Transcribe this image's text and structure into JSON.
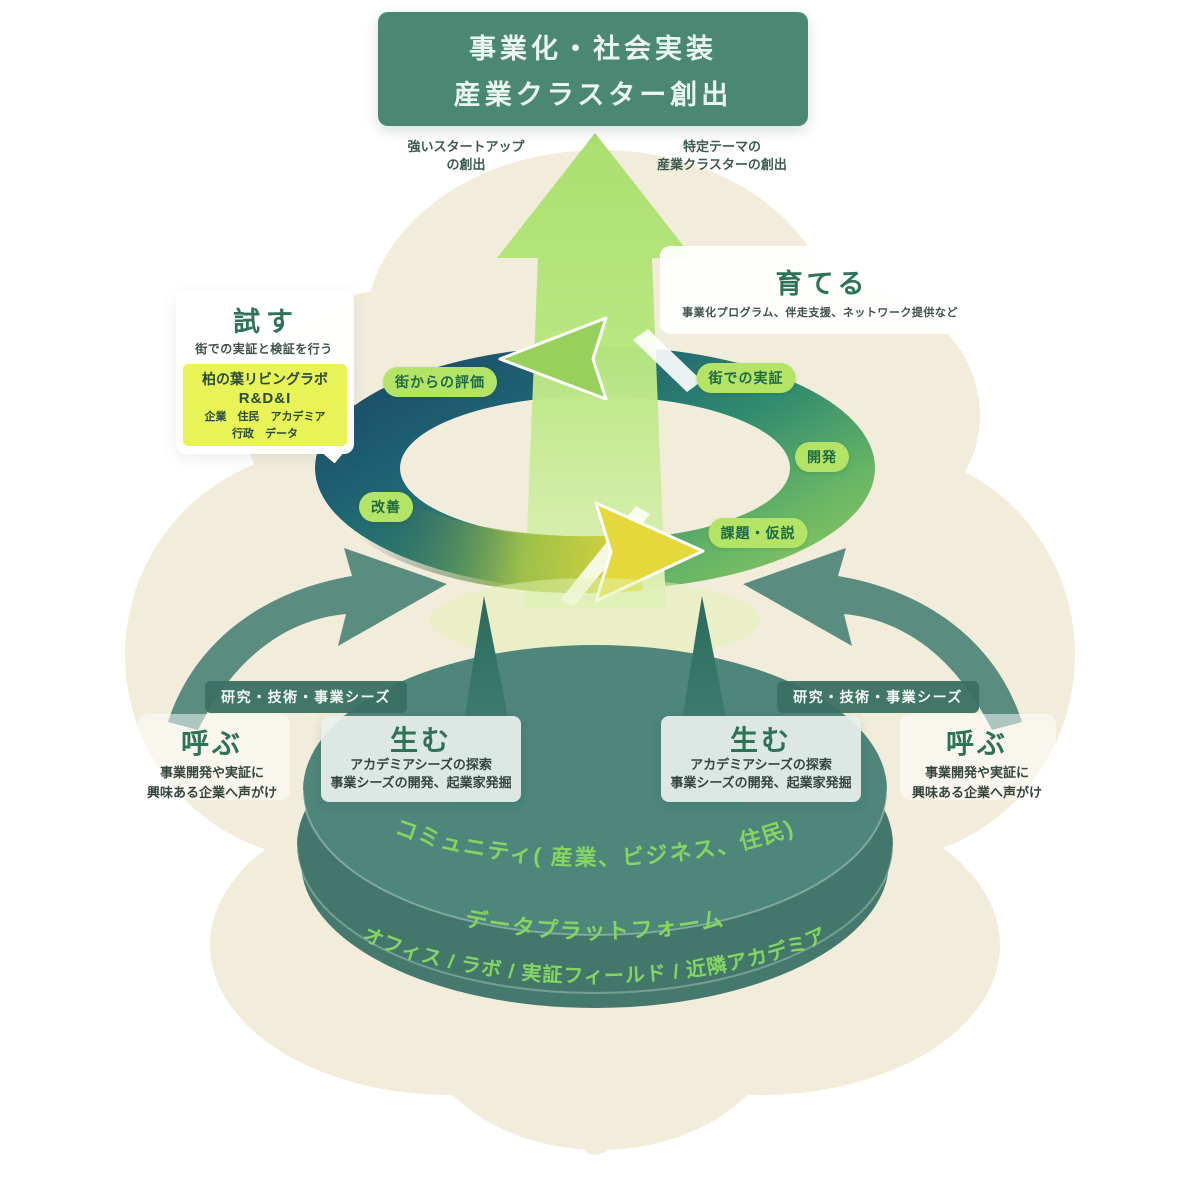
{
  "colors": {
    "background": "#ffffff",
    "blob_cream": "#f2ecdb",
    "header_green": "#4a8873",
    "big_arrow_green": "#b7e77d",
    "ring_dark_blue": "#1b4766",
    "ring_green": "#8fc95e",
    "ring_yellow": "#e8da36",
    "pill_green": "#b4e465",
    "pill_text_green": "#1e6a45",
    "seed_pill_teal": "#3a7065",
    "disc_teal": "#4d8479",
    "disc_text_green": "#85d561",
    "lab_yellow": "#e7f356",
    "heading_green": "#2e7257"
  },
  "header": {
    "line1": "事業化・社会実装",
    "line2": "産業クラスター創出"
  },
  "captions": {
    "left_line1": "強いスタートアップ",
    "left_line2": "の創出",
    "right_line1": "特定テーマの",
    "right_line2": "産業クラスターの創出"
  },
  "tamesu": {
    "title": "試す",
    "desc": "街での実証と検証を行う",
    "lab_line1": "柏の葉リビングラボ",
    "lab_line2": "R&D&I",
    "lab_line3": "企業　住民　アカデミア",
    "lab_line4": "行政　データ"
  },
  "sodateru": {
    "title": "育てる",
    "desc": "事業化プログラム、伴走支援、ネットワーク提供など"
  },
  "cycle": {
    "evaluation": "街からの評価",
    "demonstration": "街での実証",
    "development": "開発",
    "hypothesis": "課題・仮説",
    "improvement": "改善"
  },
  "seeds_label": "研究・技術・事業シーズ",
  "yobu": {
    "title": "呼ぶ",
    "line1": "事業開発や実証に",
    "line2": "興味ある企業へ声がけ"
  },
  "umu": {
    "title": "生む",
    "line1": "アカデミアシーズの探索",
    "line2": "事業シーズの開発、起業家発掘"
  },
  "platform": {
    "layer1": "コミュニティ( 産業、ビジネス、住民)",
    "layer2": "データプラットフォーム",
    "layer3": "オフィス / ラボ / 実証フィールド / 近隣アカデミア"
  }
}
